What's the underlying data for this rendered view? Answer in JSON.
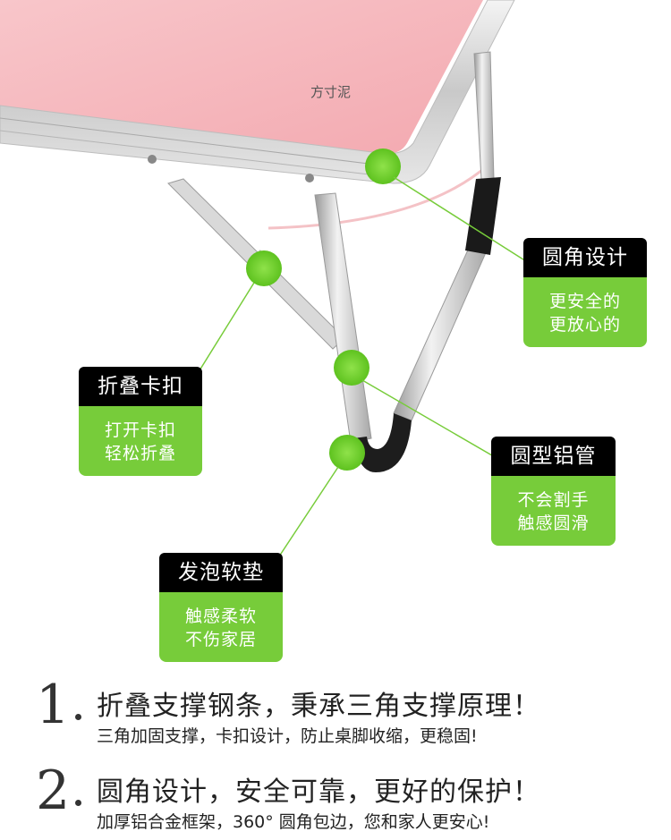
{
  "watermark": "方寸泥",
  "callouts": {
    "rounded_corner": {
      "title": "圆角设计",
      "lines": [
        "更安全的",
        "更放心的"
      ]
    },
    "folding_clip": {
      "title": "折叠卡扣",
      "lines": [
        "打开卡扣",
        "轻松折叠"
      ]
    },
    "round_tube": {
      "title": "圆型铝管",
      "lines": [
        "不会割手",
        "触感圆滑"
      ]
    },
    "foam_pad": {
      "title": "发泡软垫",
      "lines": [
        "触感柔软",
        "不伤家居"
      ]
    }
  },
  "features": [
    {
      "number": "1",
      "title": "折叠支撑钢条，秉承三角支撑原理！",
      "desc": "三角加固支撑，卡扣设计，防止桌脚收缩，更稳固!"
    },
    {
      "number": "2",
      "title": "圆角设计，安全可靠，更好的保护！",
      "desc": "加厚铝合金框架，360° 圆角包边，您和家人更安心!"
    }
  ],
  "colors": {
    "accent_green": "#77cc3a",
    "table_top": "#f5b5bb",
    "header_black": "#000000"
  }
}
